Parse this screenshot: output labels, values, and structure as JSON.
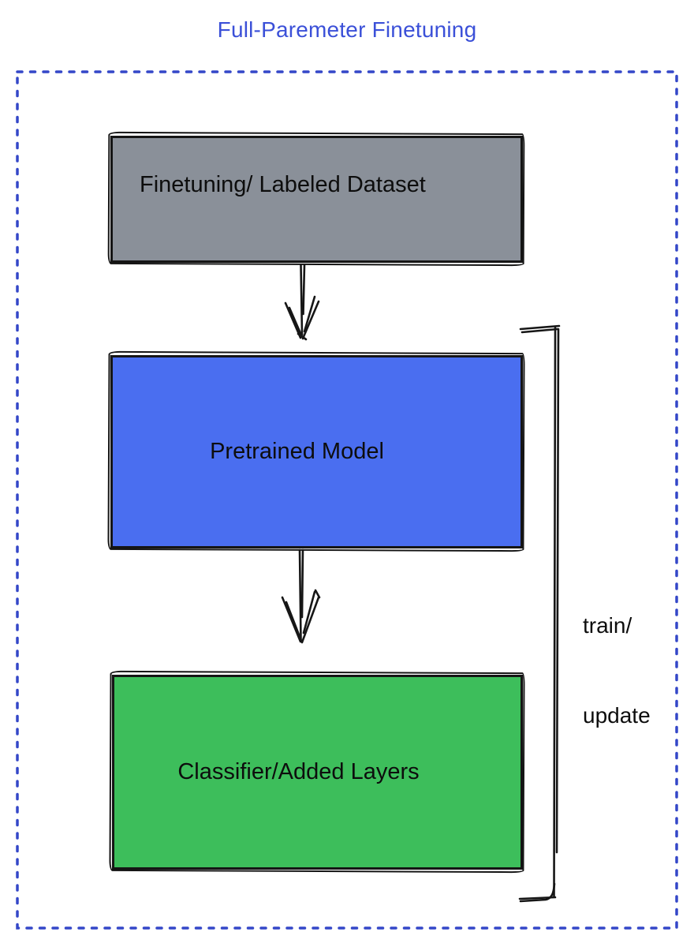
{
  "title": "Full-Paremeter Finetuning",
  "colors": {
    "title": "#3B50D8",
    "dotted_border": "#3447C8",
    "node_dataset_fill": "#8A9099",
    "node_pretrained_fill": "#4A6EF0",
    "node_classifier_fill": "#3DBE5B",
    "sketch_stroke": "#161616"
  },
  "diagram": {
    "nodes": [
      {
        "id": "dataset",
        "label": "Finetuning/ Labeled Dataset"
      },
      {
        "id": "pretrained",
        "label": "Pretrained Model"
      },
      {
        "id": "classifier",
        "label": "Classifier/Added Layers"
      }
    ],
    "edges": [
      {
        "from": "dataset",
        "to": "pretrained"
      },
      {
        "from": "pretrained",
        "to": "classifier"
      }
    ],
    "bracket": {
      "label_line1": "train/",
      "label_line2": "update"
    }
  }
}
